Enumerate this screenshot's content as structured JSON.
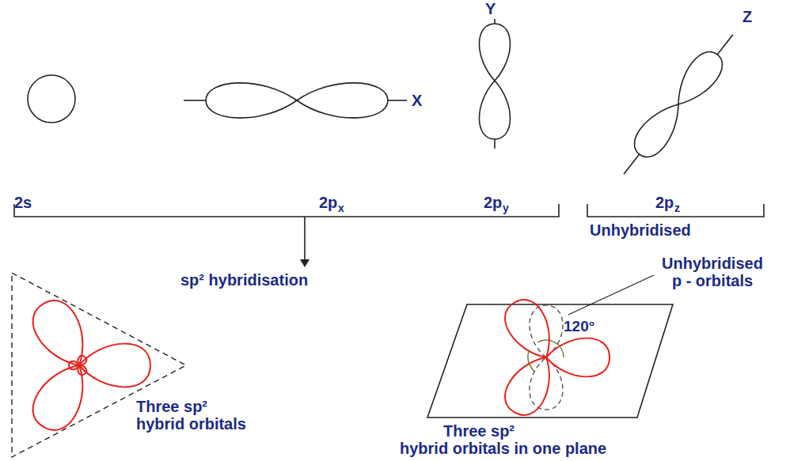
{
  "diagram": {
    "labels": [
      "Y",
      "X",
      "Z",
      "2s",
      "2p",
      "x",
      "2p",
      "y",
      "2p",
      "z",
      "Unhybridised",
      "sp² hybridisation",
      "Three sp² hybrid orbitals",
      "Unhybridised p - orbitals",
      "120°",
      "Three sp² hybrid orbitals in one plane"
    ]
  }
}
